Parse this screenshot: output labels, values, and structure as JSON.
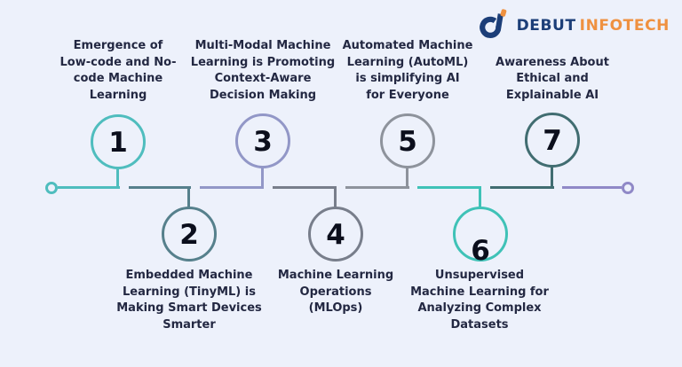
{
  "page": {
    "background": "#edf1fb"
  },
  "brand": {
    "name_primary": "DEBUT",
    "name_secondary": "INFOTECH",
    "primary_color": "#1c3e78",
    "secondary_color": "#ef9140",
    "logo_icon": "debut-infotech-monogram-icon"
  },
  "timeline": {
    "text_color": "#232842",
    "number_color": "#0b0e1c",
    "start_cap_color": "#4fbdbe",
    "end_cap_color": "#9089c7",
    "items": [
      {
        "number": "1",
        "position": "above",
        "color": "#4fbdbe",
        "label": "Emergence of\nLow-code and No-\ncode Machine\nLearning"
      },
      {
        "number": "2",
        "position": "below",
        "color": "#56808c",
        "label": "Embedded Machine\nLearning (TinyML) is\nMaking Smart Devices\nSmarter"
      },
      {
        "number": "3",
        "position": "above",
        "color": "#9297c7",
        "label": "Multi-Modal Machine\nLearning is Promoting\nContext-Aware\nDecision Making"
      },
      {
        "number": "4",
        "position": "below",
        "color": "#787e8b",
        "label": "Machine Learning\nOperations\n(MLOps)"
      },
      {
        "number": "5",
        "position": "above",
        "color": "#8e939c",
        "label": "Automated Machine\nLearning (AutoML)\nis simplifying AI\nfor Everyone"
      },
      {
        "number": "6",
        "position": "below",
        "color": "#3fc2b7",
        "label": "Unsupervised\nMachine Learning for\nAnalyzing Complex\nDatasets"
      },
      {
        "number": "7",
        "position": "above",
        "color": "#416d71",
        "label": "Awareness About\nEthical and\nExplainable AI"
      }
    ]
  }
}
